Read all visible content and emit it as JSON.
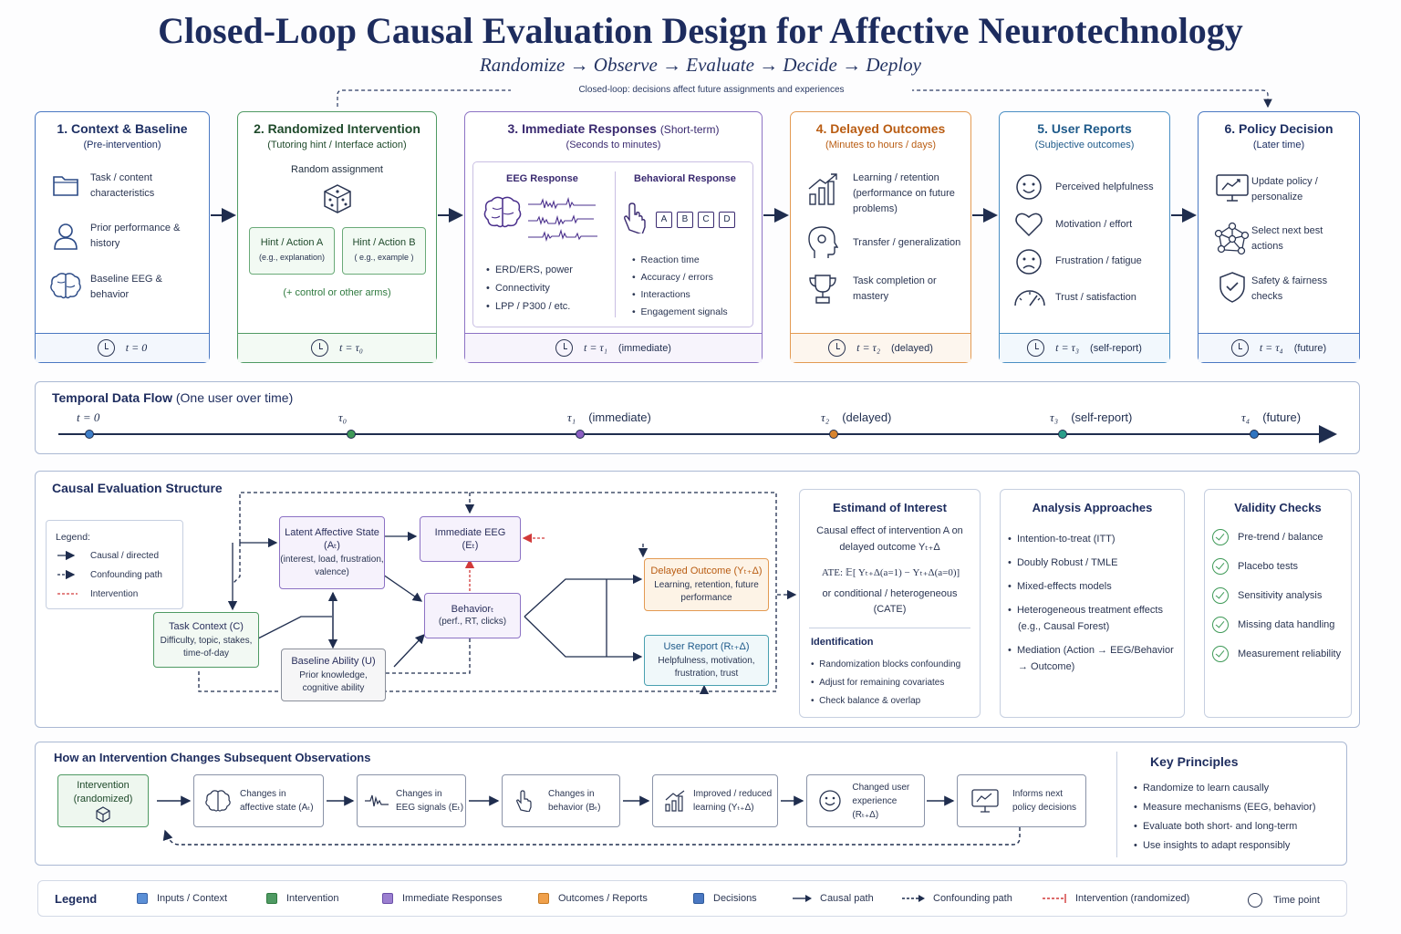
{
  "title": "Closed-Loop Causal Evaluation Design for Affective Neurotechnology",
  "subtitle": "Randomize → Observe → Evaluate → Decide → Deploy",
  "loop_note": "Closed-loop: decisions affect future assignments and experiences",
  "stages": [
    {
      "title": "1. Context & Baseline",
      "subtitle": "(Pre-intervention)",
      "items": [
        "Task / content characteristics",
        "Prior performance & history",
        "Baseline EEG & behavior"
      ],
      "time": "t = 0",
      "time_note": ""
    },
    {
      "title": "2. Randomized Intervention",
      "subtitle": "(Tutoring hint / Interface action)",
      "random_label": "Random assignment",
      "arm_a": "Hint / Action A",
      "arm_a_note": "(e.g., explanation)",
      "arm_b": "Hint / Action B",
      "arm_b_note": "( e.g., example )",
      "control_note": "(+ control or other arms)",
      "time": "t = τ₀",
      "time_note": ""
    },
    {
      "title": "3. Immediate Responses",
      "title_note": "(Short-term)",
      "subtitle": "(Seconds to minutes)",
      "eeg_heading": "EEG Response",
      "eeg_items": [
        "ERD/ERS, power",
        "Connectivity",
        "LPP / P300 / etc."
      ],
      "beh_heading": "Behavioral Response",
      "keys": [
        "A",
        "B",
        "C",
        "D"
      ],
      "beh_items": [
        "Reaction time",
        "Accuracy / errors",
        "Interactions",
        "Engagement signals"
      ],
      "time": "t = τ₁",
      "time_note": "(immediate)"
    },
    {
      "title": "4. Delayed Outcomes",
      "subtitle": "(Minutes to hours / days)",
      "items": [
        "Learning / retention (performance on future problems)",
        "Transfer / generalization",
        "Task completion or mastery"
      ],
      "time": "t = τ₂",
      "time_note": "(delayed)"
    },
    {
      "title": "5. User Reports",
      "subtitle": "(Subjective outcomes)",
      "items": [
        "Perceived helpfulness",
        "Motivation / effort",
        "Frustration / fatigue",
        "Trust / satisfaction"
      ],
      "time": "t = τ₃",
      "time_note": "(self-report)"
    },
    {
      "title": "6. Policy Decision",
      "subtitle": "(Later time)",
      "items": [
        "Update policy / personalize",
        "Select next best actions",
        "Safety & fairness checks"
      ],
      "time": "t = τ₄",
      "time_note": "(future)"
    }
  ],
  "timeline": {
    "title": "Temporal Data Flow",
    "title_note": "(One user over time)",
    "points": [
      {
        "label": "t = 0",
        "note": "",
        "color": "#3f7fc8"
      },
      {
        "label": "τ₀",
        "note": "",
        "color": "#3f9a58"
      },
      {
        "label": "τ₁",
        "note": "(immediate)",
        "color": "#8c5fc2"
      },
      {
        "label": "τ₂",
        "note": "(delayed)",
        "color": "#d8842e"
      },
      {
        "label": "τ₃",
        "note": "(self-report)",
        "color": "#2a9e8a"
      },
      {
        "label": "τ₄",
        "note": "(future)",
        "color": "#2f74c0"
      }
    ]
  },
  "causal": {
    "title": "Causal Evaluation Structure",
    "legend": {
      "heading": "Legend:",
      "causal": "Causal / directed",
      "confounding": "Confounding path",
      "intervention": "Intervention"
    },
    "nodes": {
      "latent_title": "Latent Affective State (Aₜ)",
      "latent_desc": "(interest, load, frustration, valence)",
      "eeg_title": "Immediate EEG",
      "eeg_sub": "(Eₜ)",
      "behavior_title": "Behaviorₜ",
      "behavior_desc": "(perf., RT, clicks)",
      "context_title": "Task Context (C)",
      "context_desc": "Difficulty, topic, stakes, time-of-day",
      "ability_title": "Baseline Ability (U)",
      "ability_desc": "Prior knowledge, cognitive ability",
      "delayed_title": "Delayed Outcome (Yₜ₊Δ)",
      "delayed_desc": "Learning, retention, future performance",
      "report_title": "User Report (Rₜ₊Δ)",
      "report_desc": "Helpfulness, motivation, frustration, trust"
    }
  },
  "estimand": {
    "title": "Estimand of Interest",
    "desc": "Causal effect of intervention A on delayed outcome Yₜ₊Δ",
    "ate": "ATE: 𝔼[ Yₜ₊Δ(a=1) − Yₜ₊Δ(a=0)]",
    "cate": "or conditional / heterogeneous (CATE)",
    "id_title": "Identification",
    "id_items": [
      "Randomization blocks confounding",
      "Adjust for remaining covariates",
      "Check balance & overlap"
    ]
  },
  "analysis": {
    "title": "Analysis Approaches",
    "items": [
      "Intention-to-treat (ITT)",
      "Doubly Robust / TMLE",
      "Mixed-effects models",
      "Heterogeneous treatment effects (e.g., Causal Forest)",
      "Mediation (Action → EEG/Behavior → Outcome)"
    ]
  },
  "validity": {
    "title": "Validity Checks",
    "items": [
      "Pre-trend / balance",
      "Placebo tests",
      "Sensitivity analysis",
      "Missing data handling",
      "Measurement reliability"
    ]
  },
  "howto": {
    "title": "How an Intervention Changes Subsequent Observations",
    "steps": [
      {
        "l1": "Intervention",
        "l2": "(randomized)"
      },
      {
        "l1": "Changes in",
        "l2": "affective state (Aₜ)"
      },
      {
        "l1": "Changes in",
        "l2": "EEG signals (Eₜ)"
      },
      {
        "l1": "Changes in",
        "l2": "behavior (Bₜ)"
      },
      {
        "l1": "Improved / reduced",
        "l2": "learning (Yₜ₊Δ)"
      },
      {
        "l1": "Changed user",
        "l2": "experience (Rₜ₊Δ)"
      },
      {
        "l1": "Informs next",
        "l2": "policy decisions"
      }
    ]
  },
  "principles": {
    "title": "Key Principles",
    "items": [
      "Randomize to learn causally",
      "Measure mechanisms (EEG, behavior)",
      "Evaluate both short- and long-term",
      "Use insights to adapt responsibly"
    ]
  },
  "legend": {
    "title": "Legend",
    "items": [
      "Inputs / Context",
      "Intervention",
      "Immediate Responses",
      "Outcomes / Reports",
      "Decisions",
      "Causal path",
      "Confounding path",
      "Intervention (randomized)",
      "Time point"
    ],
    "colors": [
      "#5b8fd6",
      "#4f9a63",
      "#9b7fd0",
      "#f0a04b",
      "#4a78c2"
    ]
  }
}
